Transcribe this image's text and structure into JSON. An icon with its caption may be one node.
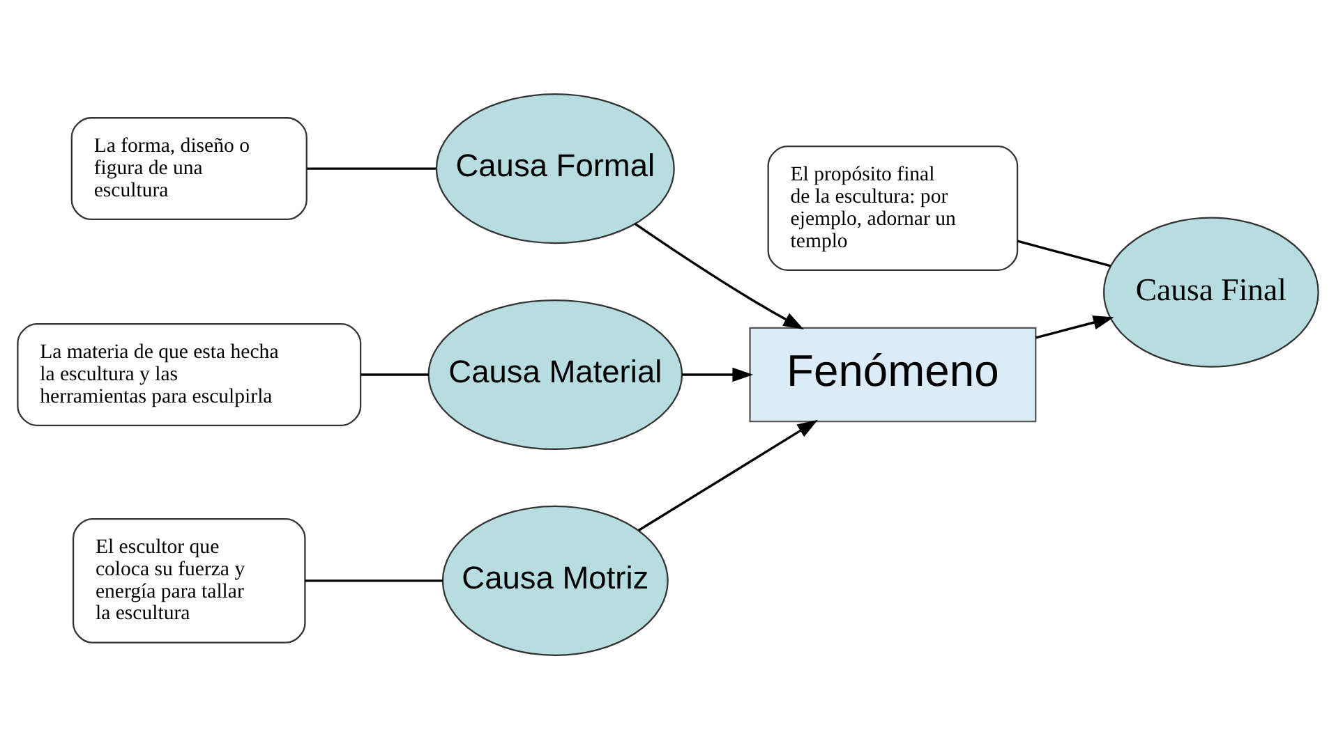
{
  "diagram": {
    "nodes": [
      {
        "text": [
          "Causa Motriz"
        ]
      },
      {
        "text": [
          "Causa Formal"
        ]
      },
      {
        "text": [
          "Fenómeno"
        ]
      },
      {
        "text": [
          "Causa Final"
        ]
      },
      {
        "text": [
          "Causa Material"
        ]
      },
      {
        "text": [
          "La forma, diseño o figura de una escultura"
        ]
      },
      {
        "text": [
          "El escultor que coloca su fuerza y energía para tallar la escultura"
        ]
      },
      {
        "text": [
          "La materia de que esta hecha la escultura y las herramientas para esculpirla"
        ]
      },
      {
        "text": [
          "El propósito final de la escultura: por ejemplo, adornar un templo"
        ]
      }
    ],
    "edges": [
      {
        "from": 0,
        "to": 2,
        "arrow": "to"
      },
      {
        "from": 1,
        "to": 2,
        "arrow": "to"
      },
      {
        "from": 2,
        "to": 3,
        "arrow": "to"
      },
      {
        "from": 4,
        "to": 2,
        "arrow": "to"
      },
      {
        "from": 5,
        "to": 1,
        "arrow": "none"
      },
      {
        "from": 6,
        "to": 0,
        "arrow": "none"
      },
      {
        "from": 7,
        "to": 4,
        "arrow": "none"
      },
      {
        "from": 8,
        "to": 3,
        "arrow": "none"
      }
    ]
  }
}
